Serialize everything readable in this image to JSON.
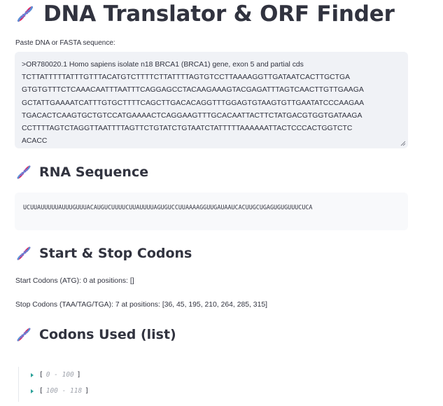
{
  "app": {
    "title": "DNA Translator & ORF Finder",
    "icon": "dna-icon"
  },
  "input": {
    "label": "Paste DNA or FASTA sequence:",
    "lines": [
      ">OR780020.1 Homo sapiens isolate n18 BRCA1 (BRCA1) gene, exon 5 and partial cds",
      "TCTTATTTTTATTTGTTTACATGTCTTTTCTTATTTTAGTGTCCTTAAAAGGTTGATAATCACTTGCTGA",
      "GTGTGTTTCTCAAACAATTTAATTTCAGGAGCCTACAAGAAAGTACGAGATTTAGTCAACTTGTTGAAGA",
      "GCTATTGAAAATCATTTGTGCTTTTCAGCTTGACACAGGTTTGGAGTGTAAGTGTTGAATATCCCAAGAA",
      "TGACACTCAAGTGCTGTCCATGAAAACTCAGGAAGTTTGCACAATTACTTCTATGACGTGGTGATAAGA",
      "CCTTTTAGTCTAGGTTAATTTTAGTTCTGTATCTGTAATCTATTTTTAAAAAATTACTCCCACTGGTCTC",
      "ACACC"
    ]
  },
  "rna": {
    "heading": "RNA Sequence",
    "sequence": "UCUUAUUUUUAUUUGUUUACAUGUCUUUUCUUAUUUUAGUGUCCUUAAAAGGUUGAUAAUCACUUGCUGAGUGUGUUUCUCA"
  },
  "codons": {
    "heading": "Start & Stop Codons",
    "start_text": "Start Codons (ATG): 0 at positions: []",
    "stop_text": "Stop Codons (TAA/TAG/TGA): 7 at positions: [36, 45, 195, 210, 264, 285, 315]"
  },
  "used": {
    "heading": "Codons Used (list)",
    "groups": [
      {
        "open": "[",
        "range": "0 - 100",
        "close": "]"
      },
      {
        "open": "[",
        "range": "100 - 118",
        "close": "]"
      }
    ]
  },
  "colors": {
    "text": "#31333f",
    "input_bg": "#f0f2f6",
    "code_bg": "#f8f9fb",
    "caret": "#2aa198"
  }
}
